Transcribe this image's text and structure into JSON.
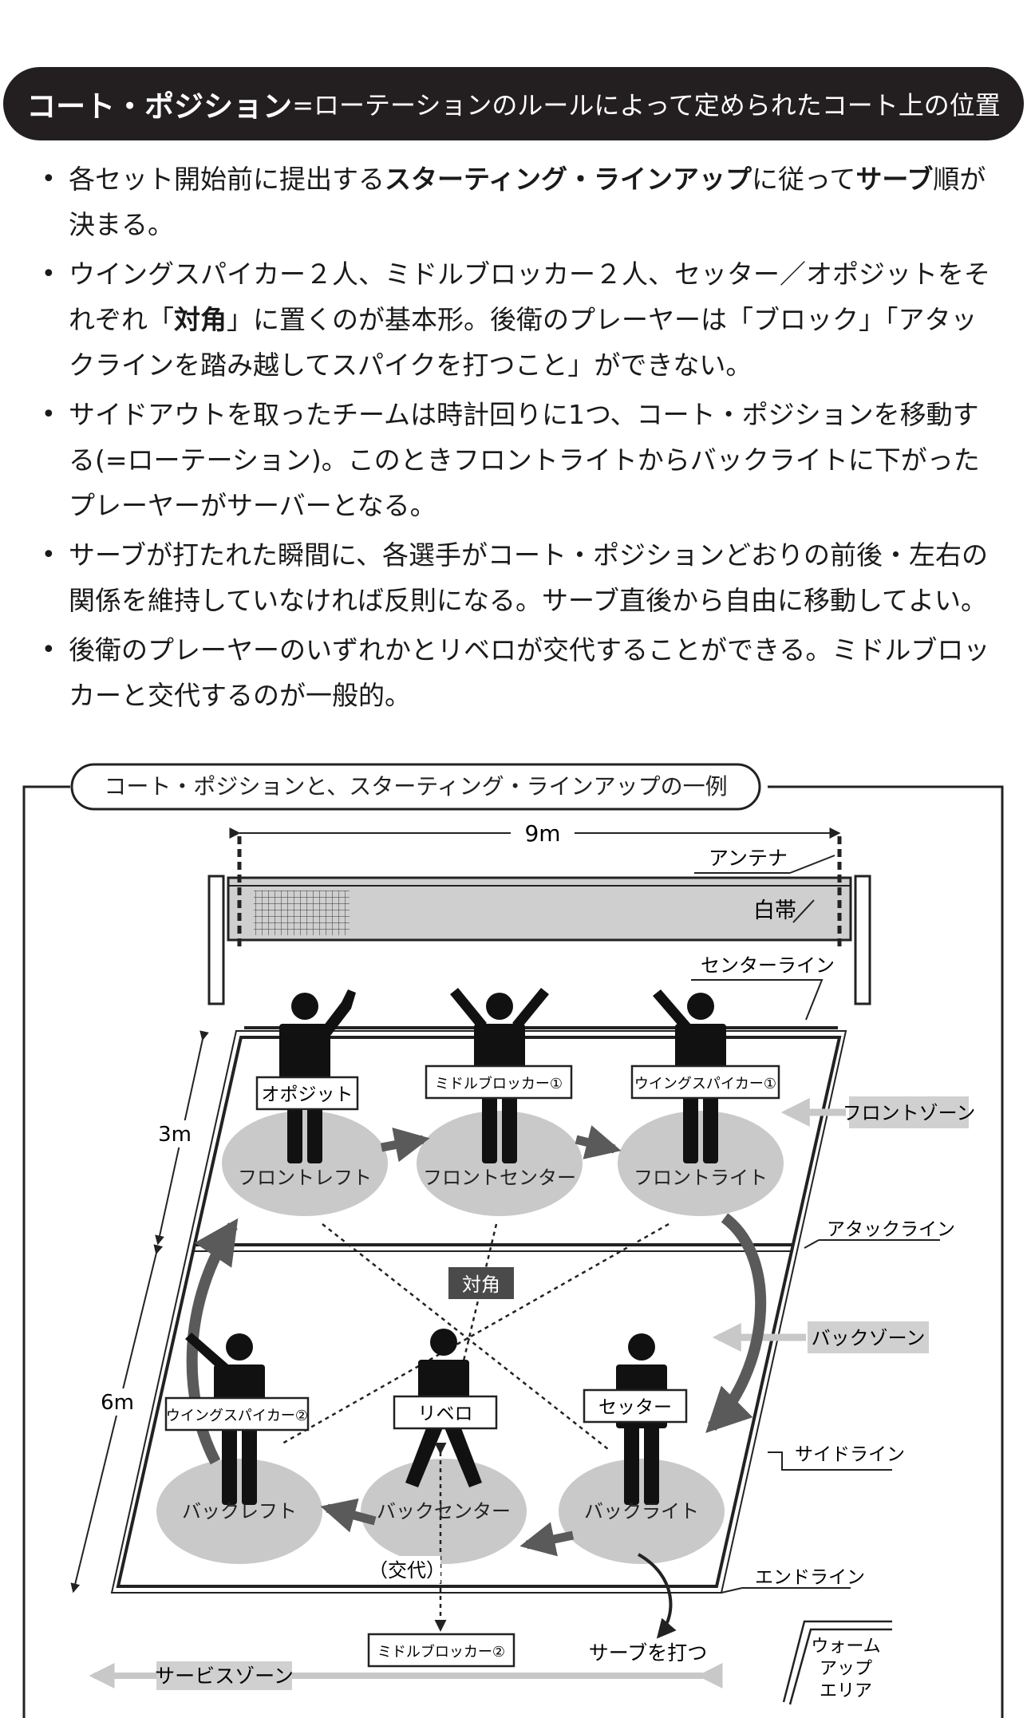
{
  "header": {
    "strong": "コート・ポジション",
    "rest": "=ローテーションのルールによって定められたコート上の位置"
  },
  "bullets": [
    {
      "segments": [
        {
          "t": "各セット開始前に提出する",
          "b": false
        },
        {
          "t": "スターティング・ラインアップ",
          "b": true
        },
        {
          "t": "に従って",
          "b": false
        },
        {
          "t": "サーブ",
          "b": true
        },
        {
          "t": "順が決まる。",
          "b": false
        }
      ]
    },
    {
      "segments": [
        {
          "t": "ウイングスパイカー２人、ミドルブロッカー２人、セッター／オポジットをそれぞれ「",
          "b": false
        },
        {
          "t": "対角",
          "b": true
        },
        {
          "t": "」に置くのが基本形。後衛のプレーヤーは「ブロック」「アタックラインを踏み越してスパイクを打つこと」ができない。",
          "b": false
        }
      ]
    },
    {
      "segments": [
        {
          "t": "サイドアウトを取ったチームは時計回りに1つ、コート・ポジションを移動する(=ローテーション)。このときフロントライトからバックライトに下がったプレーヤーがサーバーとなる。",
          "b": false
        }
      ]
    },
    {
      "segments": [
        {
          "t": "サーブが打たれた瞬間に、各選手がコート・ポジションどおりの前後・左右の関係を維持していなければ反則になる。サーブ直後から自由に移動してよい。",
          "b": false
        }
      ]
    },
    {
      "segments": [
        {
          "t": "後衛のプレーヤーのいずれかとリベロが交代することができる。ミドルブロッカーと交代するのが一般的。",
          "b": false
        }
      ]
    }
  ],
  "diagram": {
    "title": "コート・ポジションと、スターティング・ラインアップの一例",
    "net_width": "9m",
    "antenna": "アンテナ",
    "white_band": "白帯",
    "center_line": "センターライン",
    "dim_3m": "3m",
    "dim_6m": "6m",
    "front_zone": "フロントゾーン",
    "attack_line": "アタックライン",
    "back_zone": "バックゾーン",
    "side_line": "サイドライン",
    "end_line": "エンドライン",
    "diagonal": "対角",
    "substitution": "（交代）",
    "serve": "サーブを打つ",
    "service_zone": "サービスゾーン",
    "warmup": [
      "ウォーム",
      "アップ",
      "エリア"
    ],
    "zones": {
      "front_left": "フロントレフト",
      "front_center": "フロントセンター",
      "front_right": "フロントライト",
      "back_left": "バックレフト",
      "back_center": "バックセンター",
      "back_right": "バックライト"
    },
    "players": {
      "front_left": "オポジット",
      "front_center": "ミドルブロッカー①",
      "front_right": "ウイングスパイカー①",
      "back_left": "ウイングスパイカー②",
      "back_center": "リベロ",
      "back_right": "セッター",
      "sub": "ミドルブロッカー②"
    }
  }
}
